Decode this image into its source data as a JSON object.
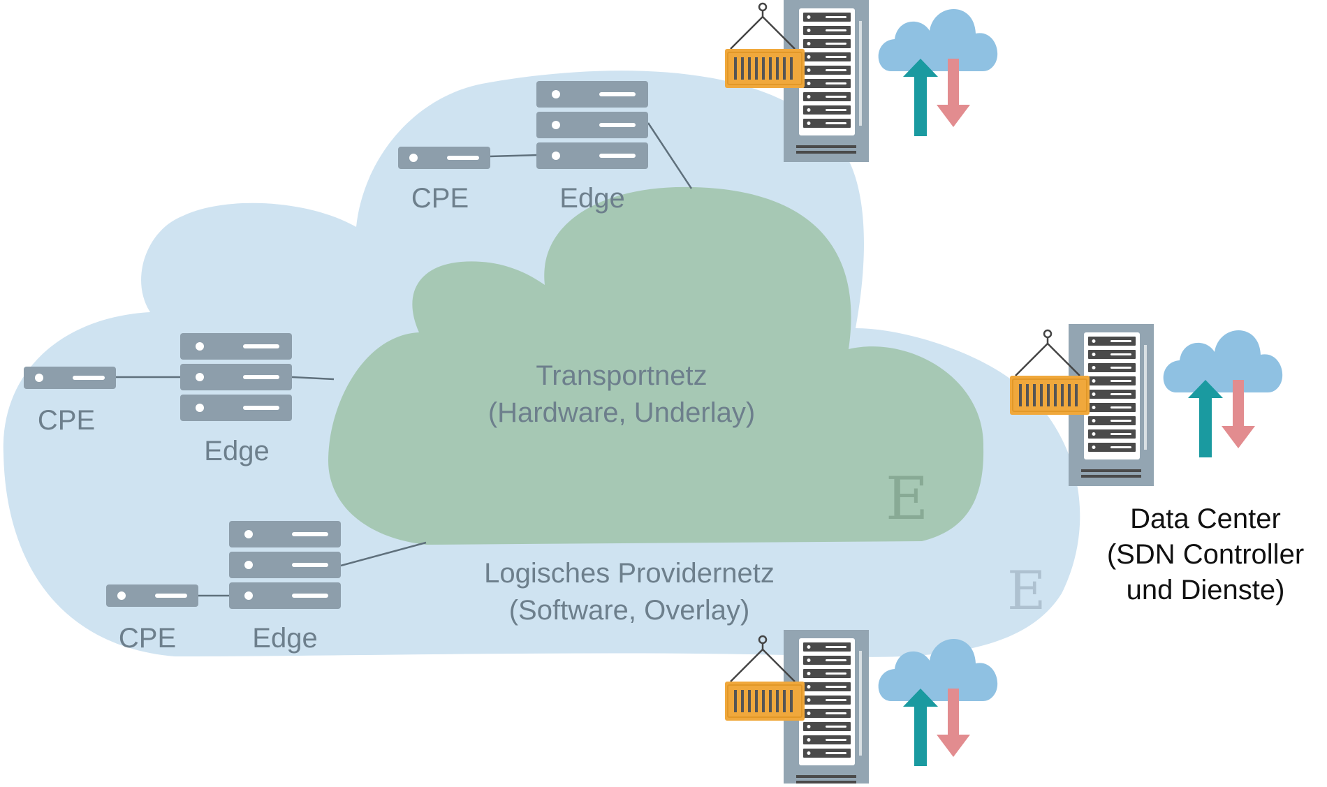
{
  "labels": {
    "cpe_top": "CPE",
    "edge_top": "Edge",
    "cpe_left": "CPE",
    "edge_left": "Edge",
    "cpe_bottom": "CPE",
    "edge_bottom": "Edge",
    "transport_title": "Transportnetz",
    "transport_sub": "(Hardware, Underlay)",
    "provider_title": "Logisches Providernetz",
    "provider_sub": "(Software, Overlay)",
    "dc_line1": "Data Center",
    "dc_line2": "(SDN Controller",
    "dc_line3": "und Dienste)"
  },
  "colors": {
    "provider_cloud": "#cfe3f1",
    "transport_cloud": "#a6c8b4",
    "server": "#8d9eab",
    "container": "#f0a83c",
    "small_cloud": "#8fc1e2",
    "arrow_up": "#1a9aa0",
    "arrow_down": "#e28c8f",
    "label_gray": "#6d7f8c"
  },
  "icons": {
    "watermark": "E-letter-watermark-icon",
    "edge": "edge-server-icon",
    "cpe": "cpe-device-icon",
    "rack": "data-center-rack-icon",
    "container": "shipping-container-icon",
    "cloud": "cloud-upload-download-icon"
  }
}
